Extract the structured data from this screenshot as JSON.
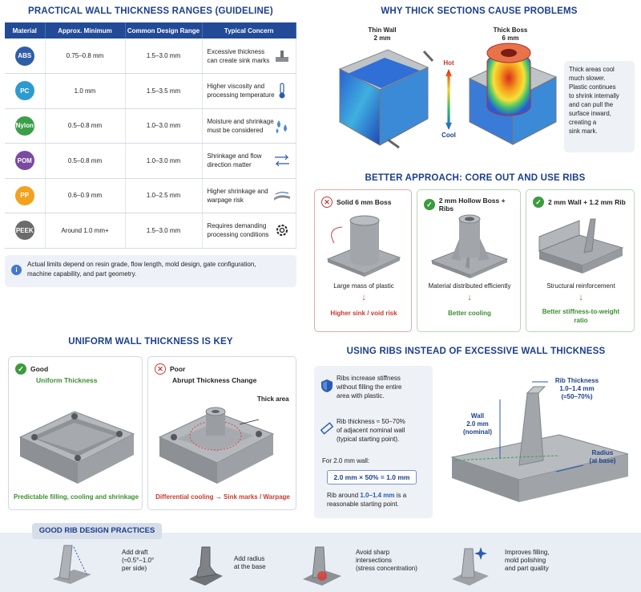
{
  "table_section": {
    "title": "PRACTICAL WALL THICKNESS RANGES (GUIDELINE)",
    "headers": [
      "Material",
      "Approx. Minimum",
      "Common Design Range",
      "Typical Concern"
    ],
    "rows": [
      {
        "material": "ABS",
        "color": "#2f5ea8",
        "minimum": "0.75–0.8 mm",
        "range": "1.5–3.0 mm",
        "concern1": "Excessive thickness",
        "concern2": "can create sink marks",
        "icon": "sink-mark-icon"
      },
      {
        "material": "PC",
        "color": "#2e9bd0",
        "minimum": "1.0 mm",
        "range": "1.5–3.5 mm",
        "concern1": "Higher viscosity and",
        "concern2": "processing temperature",
        "icon": "thermometer-icon"
      },
      {
        "material": "Nylon",
        "color": "#3b9f4a",
        "minimum": "0.5–0.8 mm",
        "range": "1.0–3.0 mm",
        "concern1": "Moisture and shrinkage",
        "concern2": "must be considered",
        "icon": "water-drops-icon"
      },
      {
        "material": "POM",
        "color": "#7a4aa0",
        "minimum": "0.5–0.8 mm",
        "range": "1.0–3.0 mm",
        "concern1": "Shrinkage and flow",
        "concern2": "direction matter",
        "icon": "flow-arrows-icon"
      },
      {
        "material": "PP",
        "color": "#f2a21e",
        "minimum": "0.6–0.9 mm",
        "range": "1.0–2.5 mm",
        "concern1": "Higher shrinkage and",
        "concern2": "warpage risk",
        "icon": "warp-icon"
      },
      {
        "material": "PEEK",
        "color": "#6b6b6b",
        "minimum": "Around 1.0 mm+",
        "range": "1.5–3.0 mm",
        "concern1": "Requires demanding",
        "concern2": "processing conditions",
        "icon": "gear-icon"
      }
    ],
    "note1": "Actual limits depend on resin grade, flow length, mold design, gate configuration,",
    "note2": "machine capability, and part geometry."
  },
  "thick_section": {
    "title": "WHY THICK SECTIONS CAUSE PROBLEMS",
    "thin_label": "Thin Wall",
    "thin_value": "2 mm",
    "thick_label": "Thick Boss",
    "thick_value": "6 mm",
    "hot": "Hot",
    "cool": "Cool",
    "callout": [
      "Thick areas cool",
      "much slower.",
      "Plastic continues",
      "to shrink internally",
      "and can pull the",
      "surface inward,",
      "creating a",
      "sink mark."
    ]
  },
  "ribs_section": {
    "title": "BETTER APPROACH: CORE OUT AND USE RIBS",
    "cards": [
      {
        "title": "Solid 6 mm Boss",
        "desc": "Large mass of plastic",
        "result1": "Higher sink / void risk",
        "result2": "",
        "kind": "bad"
      },
      {
        "title": "2 mm Hollow Boss + Ribs",
        "desc": "Material distributed efficiently",
        "result1": "Better cooling",
        "result2": "",
        "kind": "good"
      },
      {
        "title": "2 mm Wall + 1.2 mm Rib",
        "desc": "Structural reinforcement",
        "result1": "Better stiffness-to-weight",
        "result2": "ratio",
        "kind": "good"
      }
    ]
  },
  "uniform_section": {
    "title": "UNIFORM WALL THICKNESS IS KEY",
    "good_label": "Good",
    "good_sub": "Uniform Thickness",
    "good_caption": "Predictable filling, cooling and shrinkage",
    "poor_label": "Poor",
    "poor_sub": "Abrupt Thickness Change",
    "thick_area": "Thick area",
    "poor_caption_a": "Differential cooling",
    "poor_caption_b": "Sink marks / Warpage"
  },
  "ribs_vs_wall": {
    "title": "USING RIBS INSTEAD OF EXCESSIVE WALL THICKNESS",
    "p1": [
      "Ribs increase stiffness",
      "without filling the entire",
      "area with plastic."
    ],
    "p2": [
      "Rib thickness ≈ 50–70%",
      "of adjacent nominal wall",
      "(typical starting point)."
    ],
    "for_wall": "For 2.0 mm wall:",
    "formula": "2.0 mm × 50% = 1.0 mm",
    "rib_around_a": "Rib around",
    "rib_around_b": "1.0–1.4 mm",
    "rib_around_c": "is a",
    "rib_around_d": "reasonable starting point.",
    "rib_thickness_label": "Rib Thickness",
    "rib_thickness_value": "1.0–1.4 mm",
    "rib_thickness_pct": "(≈50–70%)",
    "wall_label": "Wall",
    "wall_value": "2.0 mm",
    "wall_nominal": "(nominal)",
    "radius_label": "Radius",
    "radius_sub": "(at base)"
  },
  "practices": {
    "title": "GOOD RIB DESIGN PRACTICES",
    "items": [
      {
        "lines": [
          "Add draft",
          "(≈0.5°–1.0°",
          "per side)"
        ]
      },
      {
        "lines": [
          "Add radius",
          "at the base"
        ]
      },
      {
        "lines": [
          "Avoid sharp",
          "intersections",
          "(stress concentration)"
        ]
      },
      {
        "lines": [
          "Improves filling,",
          "mold polishing",
          "and part quality"
        ]
      }
    ]
  }
}
